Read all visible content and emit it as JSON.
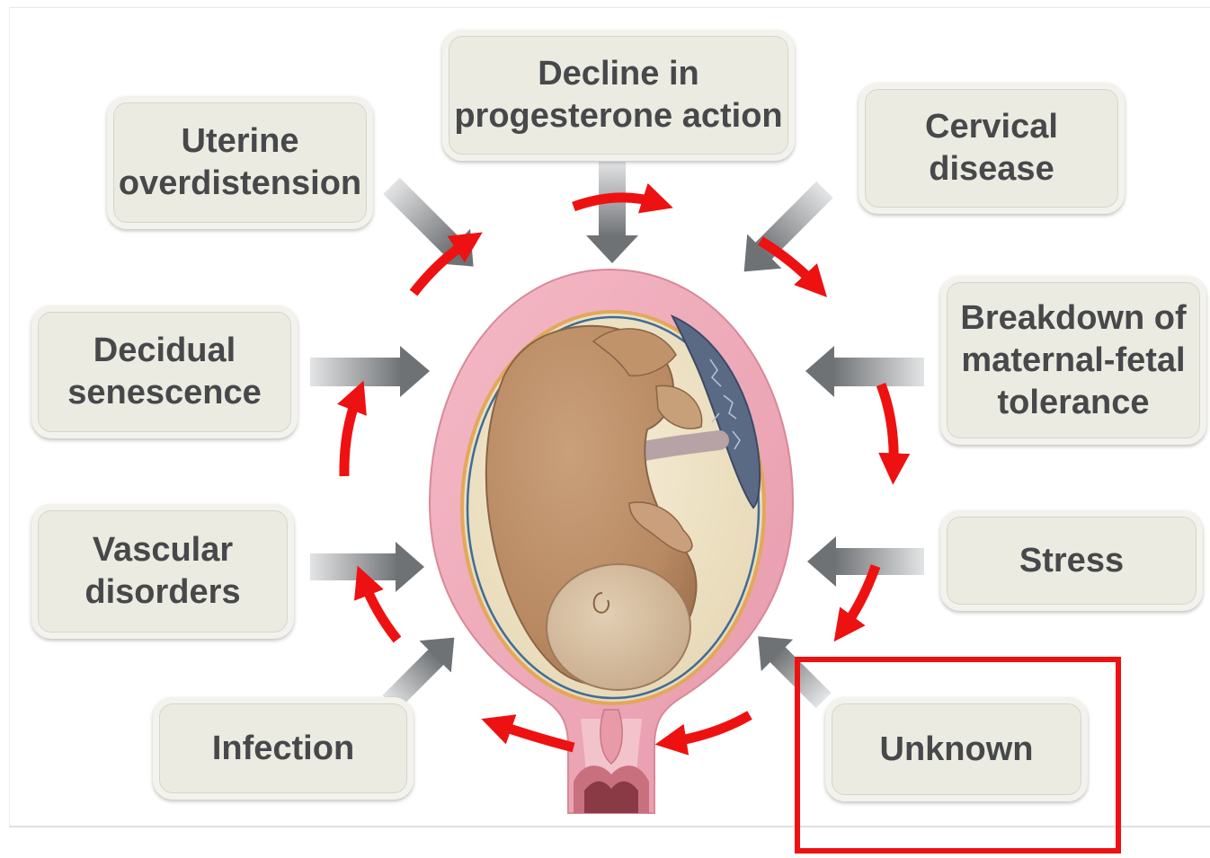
{
  "factors": {
    "progesterone": {
      "line1": "Decline in",
      "line2": "progesterone action"
    },
    "uterine": {
      "line1": "Uterine",
      "line2": "overdistension"
    },
    "cervical": {
      "line1": "Cervical",
      "line2": "disease"
    },
    "decidual": {
      "line1": "Decidual",
      "line2": "senescence"
    },
    "tolerance": {
      "line1": "Breakdown of",
      "line2": "maternal-fetal",
      "line3": "tolerance"
    },
    "vascular": {
      "line1": "Vascular",
      "line2": "disorders"
    },
    "stress": {
      "line1": "Stress"
    },
    "infection": {
      "line1": "Infection"
    },
    "unknown": {
      "line1": "Unknown"
    }
  },
  "colors": {
    "box_fill": "#ecebe2",
    "text": "#47484a",
    "cycle_arrow": "#ee1111",
    "input_arrow": "#7d8083",
    "uterus_wall": "#f0a9b9",
    "highlight": "#ee1111"
  }
}
